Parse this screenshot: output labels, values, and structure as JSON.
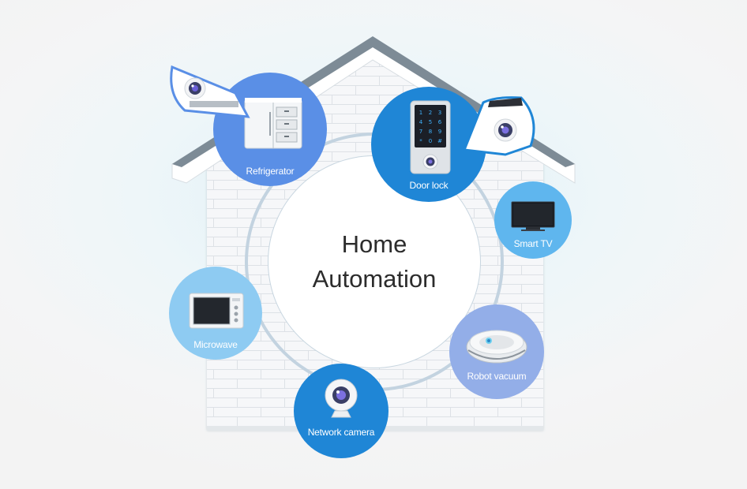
{
  "center": {
    "title_line1": "Home",
    "title_line2": "Automation"
  },
  "devices": {
    "refrigerator": "Refrigerator",
    "door_lock": "Door lock",
    "smart_tv": "Smart TV",
    "microwave": "Microwave",
    "robot_vacuum": "Robot vacuum",
    "network_camera": "Network camera"
  },
  "keypad": [
    "1",
    "2",
    "3",
    "4",
    "5",
    "6",
    "7",
    "8",
    "9",
    "*",
    "0",
    "#"
  ],
  "colors": {
    "dark_blue": "#1f86d6",
    "mid_blue": "#5a8fe6",
    "light_blue": "#5fb6ee",
    "pale_blue": "#8ecbf2",
    "lavender": "#93aee8",
    "brick": "#f5f6f8",
    "roof": "#7d8b96",
    "ring": "#c3d3e0"
  },
  "icons": [
    "camera-icon",
    "fridge-icon",
    "keypad-icon",
    "tv-icon",
    "microwave-icon",
    "robot-vacuum-icon",
    "webcam-icon"
  ]
}
